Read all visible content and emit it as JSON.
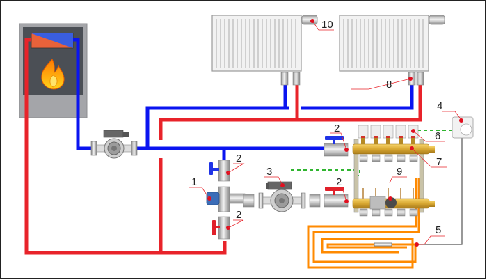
{
  "diagram": {
    "type": "heating-system-schematic",
    "colors": {
      "supply_pipe": "#e8232a",
      "return_pipe": "#0a14f0",
      "underfloor_pipe": "#ff8a00",
      "control_wire": "#2fb52f",
      "sensor_wire": "#555555",
      "leader_line": "#e8232a",
      "marker_dot": "#e01020",
      "boiler_body": "#a4a5a9",
      "boiler_firebox": "#4b4f55",
      "brass": "#d9a933",
      "valve_blue": "#1f33e6",
      "valve_red": "#e0202a"
    },
    "components": [
      {
        "id": "boiler",
        "label": ""
      },
      {
        "id": "main-pump",
        "label": ""
      },
      {
        "id": "radiator-left",
        "label": ""
      },
      {
        "id": "radiator-right",
        "label": ""
      }
    ],
    "callouts": [
      {
        "id": "three-way-valve",
        "number": "1"
      },
      {
        "id": "ball-valve-return-manifold",
        "number": "2"
      },
      {
        "id": "ball-valve-return-mixer",
        "number": "2"
      },
      {
        "id": "ball-valve-supply-manifold",
        "number": "2"
      },
      {
        "id": "ball-valve-supply-mixer",
        "number": "2"
      },
      {
        "id": "circulation-pump",
        "number": "3"
      },
      {
        "id": "room-thermostat",
        "number": "4"
      },
      {
        "id": "floor-sensor",
        "number": "5"
      },
      {
        "id": "servo-actuator",
        "number": "6"
      },
      {
        "id": "manifold",
        "number": "7"
      },
      {
        "id": "radiator-valve",
        "number": "8"
      },
      {
        "id": "temperature-sensor",
        "number": "9"
      },
      {
        "id": "thermostatic-head",
        "number": "10"
      }
    ]
  }
}
